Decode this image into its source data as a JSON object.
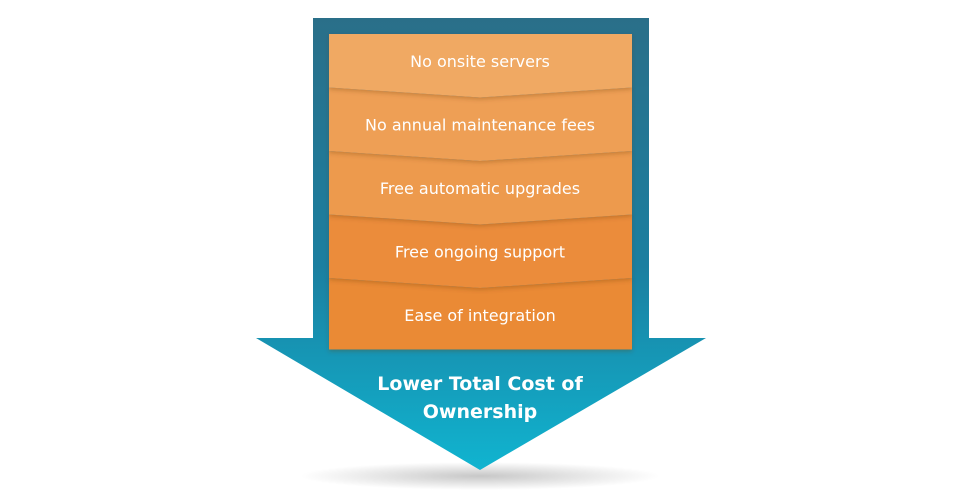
{
  "steps": [
    {
      "label": "No onsite servers"
    },
    {
      "label": "No annual maintenance fees"
    },
    {
      "label": "Free automatic upgrades"
    },
    {
      "label": "Free ongoing support"
    },
    {
      "label": "Ease of integration"
    }
  ],
  "result": {
    "line1": "Lower Total Cost of",
    "line2": "Ownership"
  },
  "colors": {
    "arrow_top": "#1f6f86",
    "arrow_bottom": "#19a9c6",
    "step_light": "#f2a967",
    "step_dark": "#ec8a37"
  }
}
